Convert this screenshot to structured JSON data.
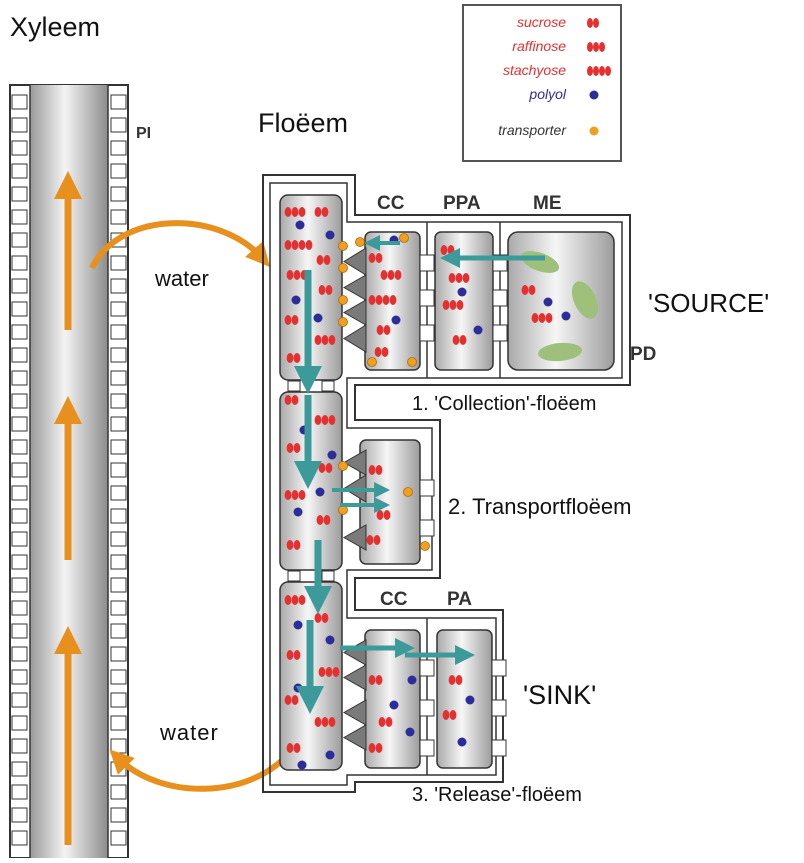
{
  "labels": {
    "xylem": "Xyleem",
    "pi": "PI",
    "phloem": "Floëem",
    "water_top": "water",
    "water_bottom": "water",
    "cc_top": "CC",
    "ppa": "PPA",
    "me": "ME",
    "source": "'SOURCE'",
    "pd": "PD",
    "collection": "1. 'Collection'-floëem",
    "transport": "2. Transportfloëem",
    "cc_bottom": "CC",
    "pa": "PA",
    "sink": "'SINK'",
    "release": "3. 'Release'-floëem"
  },
  "legend": {
    "items": [
      {
        "name": "sucrose",
        "icon": "sucrose-icon"
      },
      {
        "name": "raffinose",
        "icon": "raffinose-icon"
      },
      {
        "name": "stachyose",
        "icon": "stachyose-icon"
      },
      {
        "name": "polyol",
        "icon": "polyol-icon"
      },
      {
        "name": "transporter",
        "icon": "transporter-icon"
      }
    ]
  },
  "colors": {
    "sugar": "#e53030",
    "polyol": "#2d2d9a",
    "transporter": "#f0a020",
    "water_arrow": "#e8901e",
    "flow_arrow": "#3c9a9a",
    "chloroplast": "#9ec07a"
  }
}
